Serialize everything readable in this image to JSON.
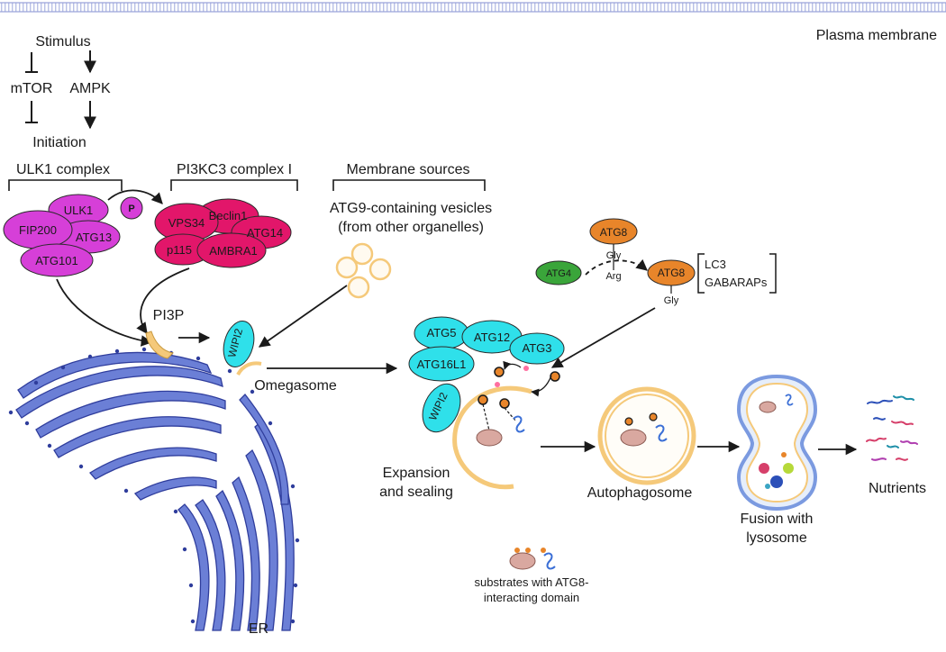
{
  "membrane": {
    "label": "Plasma membrane"
  },
  "signaling": {
    "stimulus": "Stimulus",
    "mtor": "mTOR",
    "ampk": "AMPK",
    "initiation": "Initiation"
  },
  "ulk1": {
    "title": "ULK1 complex",
    "proteins": [
      "ULK1",
      "FIP200",
      "ATG13",
      "ATG101"
    ],
    "phospho": "P",
    "color": "#d63fd8"
  },
  "pi3kc3": {
    "title": "PI3KC3 complex I",
    "proteins": [
      "VPS34",
      "Beclin1",
      "ATG14",
      "p115",
      "AMBRA1"
    ],
    "color": "#e2166a"
  },
  "membrane_sources": {
    "title": "Membrane sources",
    "line1": "ATG9-containing  vesicles",
    "line2": "(from other organelles)"
  },
  "pi3p": "PI3P",
  "wipi2": "WIPI2",
  "omegasome": "Omegasome",
  "atg8_processing": {
    "atg8_top": "ATG8",
    "gly_top": "Gly",
    "arg": "Arg",
    "atg4": "ATG4",
    "atg8_right": "ATG8",
    "gly_right": "Gly",
    "family": [
      "LC3",
      "GABARAPs"
    ]
  },
  "conjugation": {
    "proteins": [
      "ATG5",
      "ATG12",
      "ATG3",
      "ATG16L1",
      "WIPI2"
    ],
    "color": "#2fe0ea"
  },
  "stages": {
    "expansion_line1": "Expansion",
    "expansion_line2": "and sealing",
    "autophagosome": "Autophagosome",
    "fusion_line1": "Fusion with",
    "fusion_line2": "lysosome",
    "nutrients": "Nutrients"
  },
  "legend": {
    "line1": "substrates with ATG8-",
    "line2": "interacting domain"
  },
  "er": "ER",
  "colors": {
    "atg8_orange": "#e8852a",
    "atg4_green": "#3aa53a",
    "er_blue": "#6b7fd6",
    "vesicle": "#f5c97a"
  }
}
